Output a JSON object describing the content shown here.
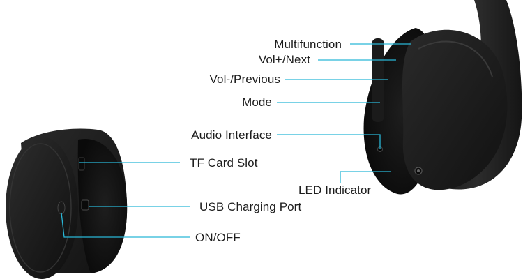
{
  "diagram": {
    "line_color": "#29b6d6",
    "labels": {
      "multifunction": "Multifunction",
      "vol_next": "Vol+/Next",
      "vol_previous": "Vol-/Previous",
      "mode": "Mode",
      "audio_interface": "Audio Interface",
      "led_indicator": "LED Indicator",
      "tf_card_slot": "TF Card Slot",
      "usb_charging_port": "USB Charging Port",
      "on_off": "ON/OFF"
    }
  }
}
